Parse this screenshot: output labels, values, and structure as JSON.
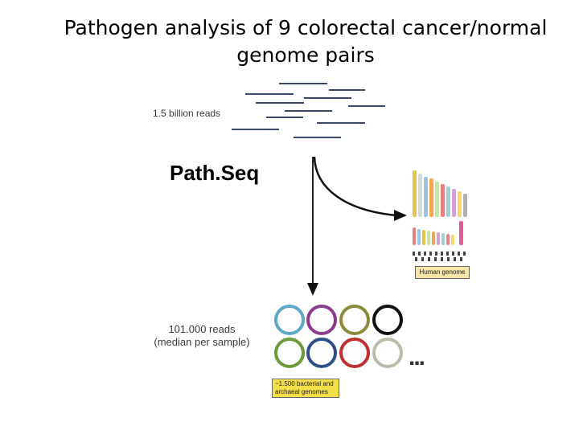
{
  "title": {
    "line1": "Pathogen analysis of 9 colorectal cancer/normal",
    "line2": "genome pairs"
  },
  "reads_total_label": "1.5 billion reads",
  "tool_label": "Path.Seq",
  "reads_median": {
    "line1": "101.000 reads",
    "line2": "(median per sample)"
  },
  "human_genome_label": "Human genome",
  "bacterial_label": {
    "line1": "~1.500 bacterial and",
    "line2": "archaeal genomes"
  },
  "ellipsis": "...",
  "colors": {
    "arrow": "#111111",
    "reads": "#3b4a6b",
    "circle_row1": [
      "#5fa8c8",
      "#8b3a8f",
      "#8a8a3a",
      "#111111"
    ],
    "circle_row2": [
      "#6a9a3a",
      "#2f4f8a",
      "#c03030",
      "#bbbbaa"
    ]
  }
}
